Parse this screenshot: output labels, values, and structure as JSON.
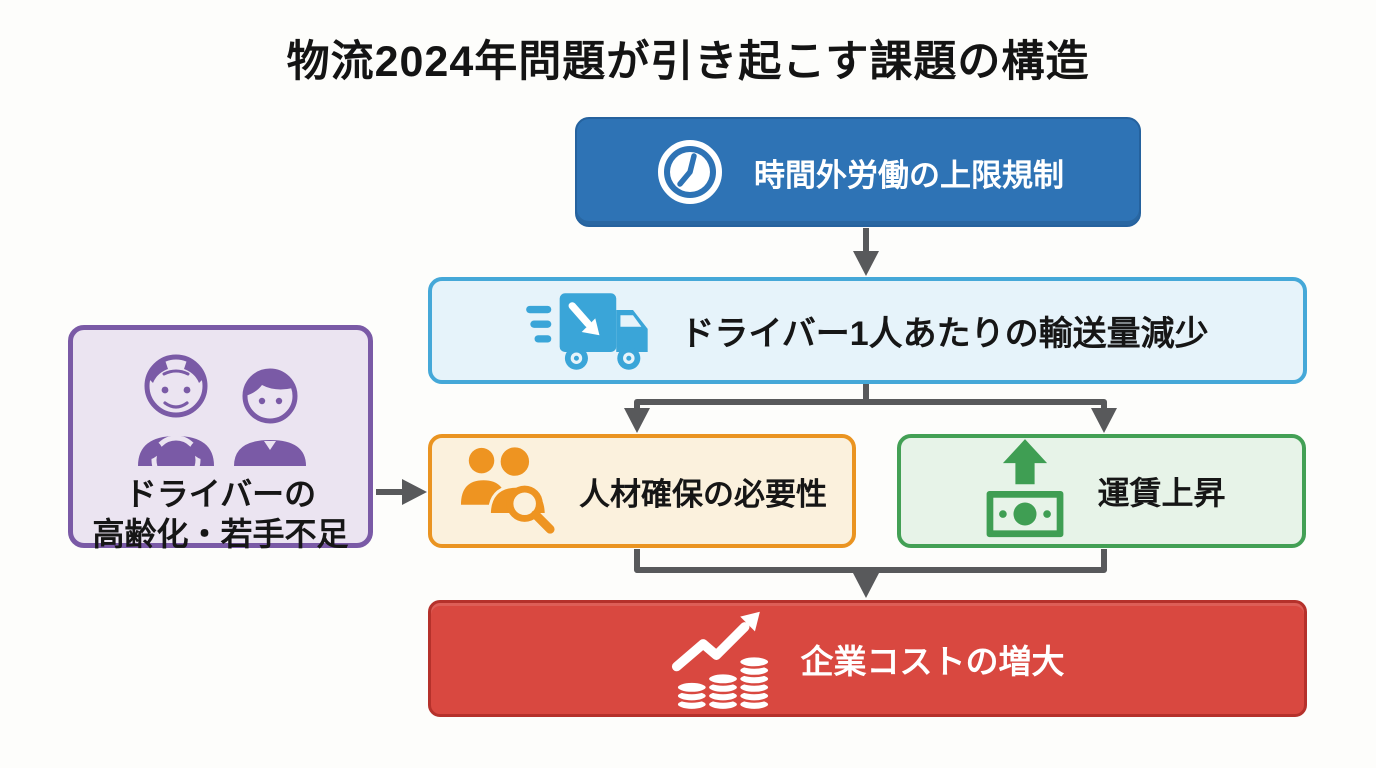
{
  "title": "物流2024年問題が引き起こす課題の構造",
  "diagram": {
    "nodes": {
      "regulation": {
        "label": "時間外労働の上限規制",
        "icon": "clock-icon",
        "fill": "#2e73b5",
        "text_color": "#ffffff"
      },
      "transport": {
        "label": "ドライバー1人あたりの輸送量減少",
        "icon": "speeding-truck-icon",
        "border": "#45a8d8",
        "fill": "#e6f3fa"
      },
      "aging": {
        "label_line1": "ドライバーの",
        "label_line2": "高齢化・若手不足",
        "icon": "elderly-and-young-driver-icon",
        "border": "#7a5aa6",
        "fill": "#ebe4f1"
      },
      "recruit": {
        "label": "人材確保の必要性",
        "icon": "people-search-icon",
        "border": "#ea9421",
        "fill": "#fbf1dd"
      },
      "fare": {
        "label": "運賃上昇",
        "icon": "money-rise-icon",
        "border": "#43a055",
        "fill": "#e7f3e8"
      },
      "cost": {
        "label": "企業コストの増大",
        "icon": "coins-growth-icon",
        "fill": "#d94840",
        "text_color": "#ffffff"
      }
    },
    "edges": [
      {
        "from": "regulation",
        "to": "transport"
      },
      {
        "from": "transport",
        "to": "recruit"
      },
      {
        "from": "transport",
        "to": "fare"
      },
      {
        "from": "aging",
        "to": "recruit"
      },
      {
        "from": "recruit",
        "to": "cost"
      },
      {
        "from": "fare",
        "to": "cost"
      }
    ],
    "connector_color": "#58595b"
  }
}
